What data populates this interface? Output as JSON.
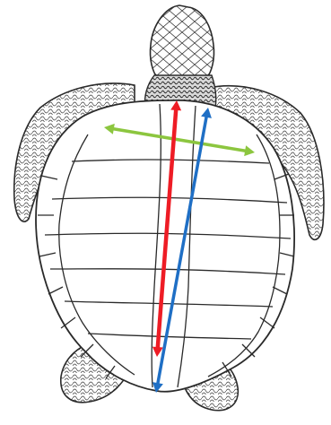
{
  "figure": {
    "subject": "sea-turtle-dorsal-view-line-drawing",
    "colors": {
      "background": "#ffffff",
      "outline": "#2a2a2a",
      "scale_texture": "#3a3a3a",
      "neck": "#4a4a4a",
      "width_arrow": "#8cc63f",
      "notch_to_tip_arrow": "#ee1c25",
      "nuchal_to_tip_arrow": "#1f6fc5"
    },
    "measurements": [
      {
        "id": "width",
        "color_key": "width_arrow",
        "style": "double-headed"
      },
      {
        "id": "notch-to-tip",
        "color_key": "notch_to_tip_arrow",
        "style": "double-headed"
      },
      {
        "id": "nuchal-to-tip",
        "color_key": "nuchal_to_tip_arrow",
        "style": "double-headed"
      }
    ]
  }
}
